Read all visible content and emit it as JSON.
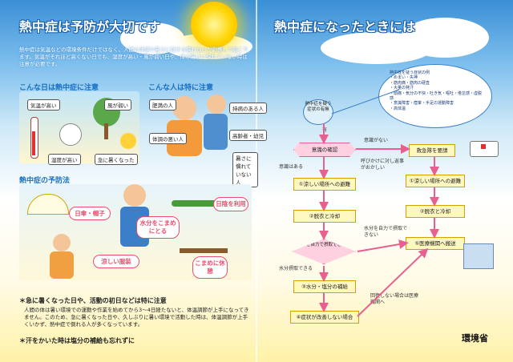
{
  "left": {
    "title": "熱中症は予防が大切です",
    "intro": "熱中症は気温などの環境条件だけではなく、人間の体調や暑さに対する慣れなどが影響して起こります。気温がそれほど高くない日でも、湿度が高い・風が弱い日や、体が暑さに慣れていない時は注意が必要です。",
    "section1_title": "こんな日は熱中症に注意",
    "day_labels": [
      "気温が高い",
      "風が弱い",
      "湿度が高い",
      "急に暑くなった"
    ],
    "section2_title": "こんな人は特に注意",
    "person_labels": [
      "肥満の人",
      "持病のある人",
      "体調の悪い人",
      "高齢者・幼児",
      "暑さに慣れていない人"
    ],
    "section3_title": "熱中症の予防法",
    "prevention": [
      "日傘・帽子",
      "水分をこまめにとる",
      "日陰を利用",
      "涼しい服装",
      "こまめに休憩"
    ],
    "bullet1": "＊急に暑くなった日や、活動の初日などは特に注意",
    "bullet1_text": "人間の体は暑い環境での運動や作業を始めてから3〜4日経たないと、体温調節が上手になってきません。このため、急に暑くなった日や、久しぶりに暑い環境で活動した時は、体温調節が上手くいかず、熱中症で倒れる人が多くなっています。",
    "bullet2": "＊汗をかいた時は塩分の補給も忘れずに"
  },
  "right": {
    "title": "熱中症になったときには",
    "symptoms": [
      "熱中症を疑う症状の例",
      "・めまい・失神",
      "・筋肉痛・筋肉の硬直",
      "・大量の発汗",
      "・頭痛・気分の不快・吐き気・嘔吐・倦怠感・虚脱感",
      "・意識障害・痙攣・手足の運動障害",
      "・高体温"
    ],
    "check_symptom": "熱中症を疑う症状の有無",
    "yes": "有",
    "consciousness": "意識の確認",
    "no_consciousness": "意識がない",
    "call_ambulance": "救急隊を要請",
    "abnormal_response": "呼びかけに対し返事がおかしい",
    "conscious": "意識はある",
    "step1": "①涼しい場所への避難",
    "step1b": "①涼しい場所への避難",
    "step2": "②脱衣と冷却",
    "step2b": "②脱衣と冷却",
    "water_check": "水分を自力で摂取できるか",
    "cannot_drink": "水分を自力で摂取できない",
    "can_drink": "水分摂取できる",
    "hospital": "⑤医療機関へ搬送",
    "step3": "③水分・塩分の補給",
    "step4": "④症状が改善しない場合",
    "no_improve": "回復しない場合は医療機関へ",
    "ministry": "環境省"
  },
  "colors": {
    "title_blue": "#1670c4",
    "pink": "#e8506e",
    "arrow": "#e86090"
  }
}
